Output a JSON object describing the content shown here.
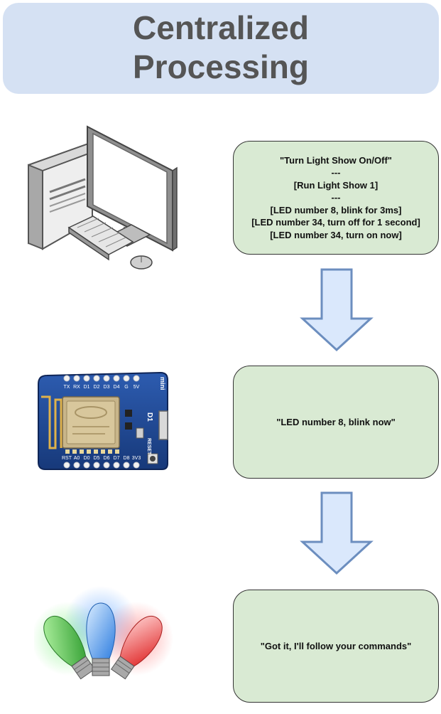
{
  "title": {
    "line1": "Centralized",
    "line2": "Processing"
  },
  "boxes": [
    {
      "lines": [
        "\"Turn Light Show On/Off\"",
        "---",
        "[Run Light Show 1]",
        "---",
        "[LED number 8, blink for 3ms]",
        "[LED number 34, turn off for 1 second]",
        "[LED number 34, turn on now]"
      ]
    },
    {
      "text": "\"LED number 8, blink now\""
    },
    {
      "text": "\"Got it, I'll follow your commands\""
    }
  ],
  "board": {
    "top_pins": [
      "TX",
      "RX",
      "D1",
      "D2",
      "D3",
      "D4",
      "G",
      "5V"
    ],
    "bottom_pins": [
      "RST",
      "A0",
      "D0",
      "D5",
      "D6",
      "D7",
      "D8",
      "3V3"
    ],
    "label_d1": "D1",
    "label_mini": "mini",
    "label_reset": "RESET"
  },
  "colors": {
    "title_bg": "#d5e1f3",
    "title_text": "#555555",
    "box_fill": "#d9ead3",
    "arrow_fill": "#dae8fc",
    "arrow_stroke": "#6c8ebf"
  },
  "icons": [
    "desktop-computer-icon",
    "wemos-d1-mini-board-icon",
    "christmas-led-bulbs-icon",
    "down-arrow-icon"
  ]
}
